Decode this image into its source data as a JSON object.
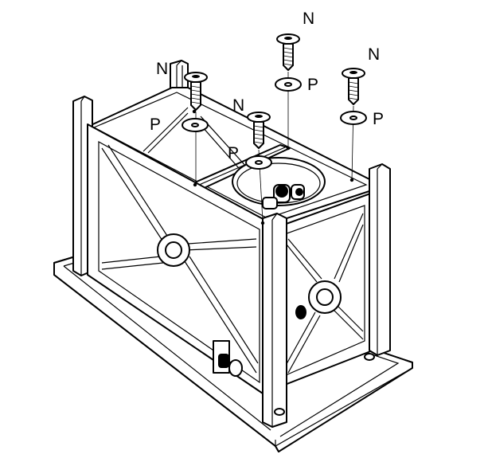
{
  "diagram": {
    "labels": {
      "n1": "N",
      "n2": "N",
      "n3": "N",
      "n4": "N",
      "p1": "P",
      "p2": "P",
      "p3": "P",
      "p4": "P"
    }
  }
}
